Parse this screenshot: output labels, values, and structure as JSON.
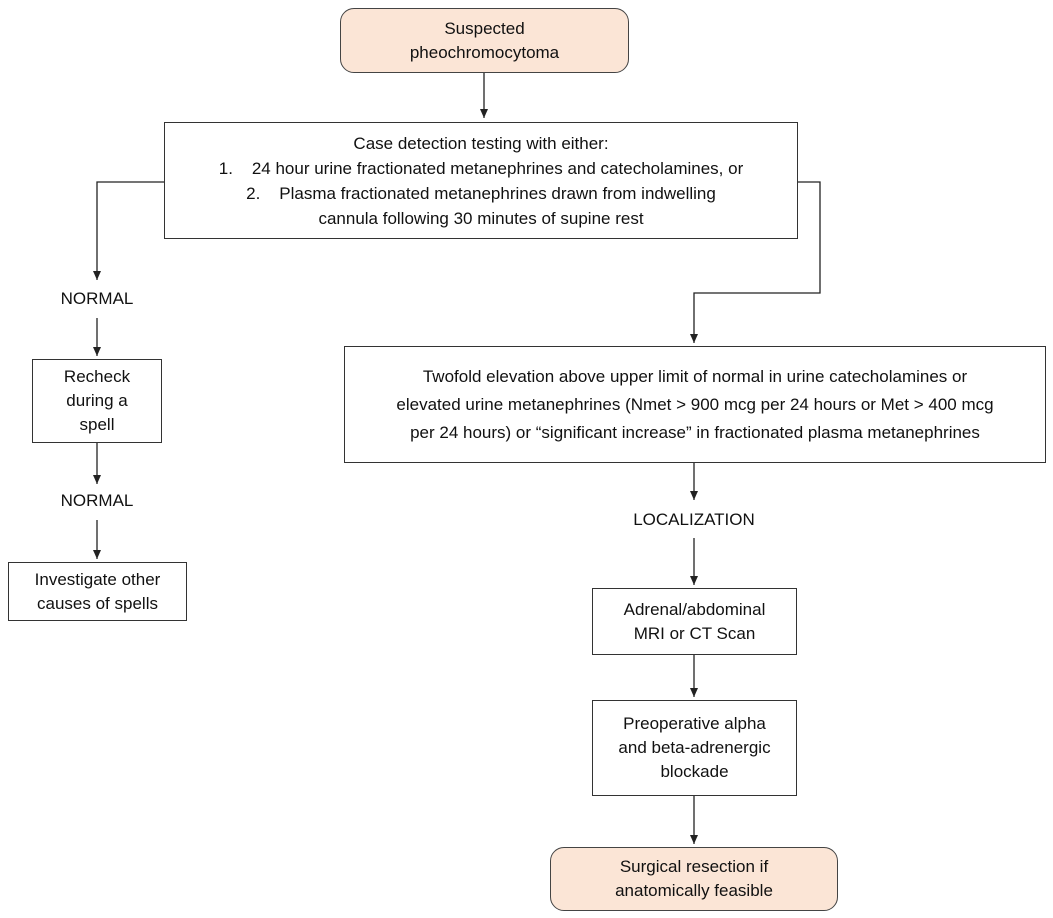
{
  "start": {
    "lines": [
      "Suspected",
      "pheochromocytoma"
    ]
  },
  "case_detection": {
    "heading": "Case detection testing with either:",
    "item1": {
      "num": "1.",
      "text": "24 hour urine fractionated metanephrines and catecholamines, or"
    },
    "item2": {
      "num": "2.",
      "text": "Plasma fractionated metanephrines drawn from indwelling",
      "cont": "cannula following 30 minutes of supine rest"
    }
  },
  "normal_1": "NORMAL",
  "recheck": {
    "lines": [
      "Recheck",
      "during a",
      "spell"
    ]
  },
  "normal_2": "NORMAL",
  "investigate": {
    "lines": [
      "Investigate other",
      "causes of spells"
    ]
  },
  "elevation": {
    "lines": [
      "Twofold elevation above upper limit of normal in urine catecholamines or",
      "elevated urine metanephrines (Nmet > 900 mcg per 24 hours or Met > 400 mcg",
      "per 24 hours) or “significant increase” in fractionated plasma metanephrines"
    ]
  },
  "localization": "LOCALIZATION",
  "imaging": {
    "lines": [
      "Adrenal/abdominal",
      "MRI or CT Scan"
    ]
  },
  "blockade": {
    "lines": [
      "Preoperative alpha",
      "and beta-adrenergic",
      "blockade"
    ]
  },
  "surgery": {
    "lines": [
      "Surgical resection if",
      "anatomically feasible"
    ]
  }
}
